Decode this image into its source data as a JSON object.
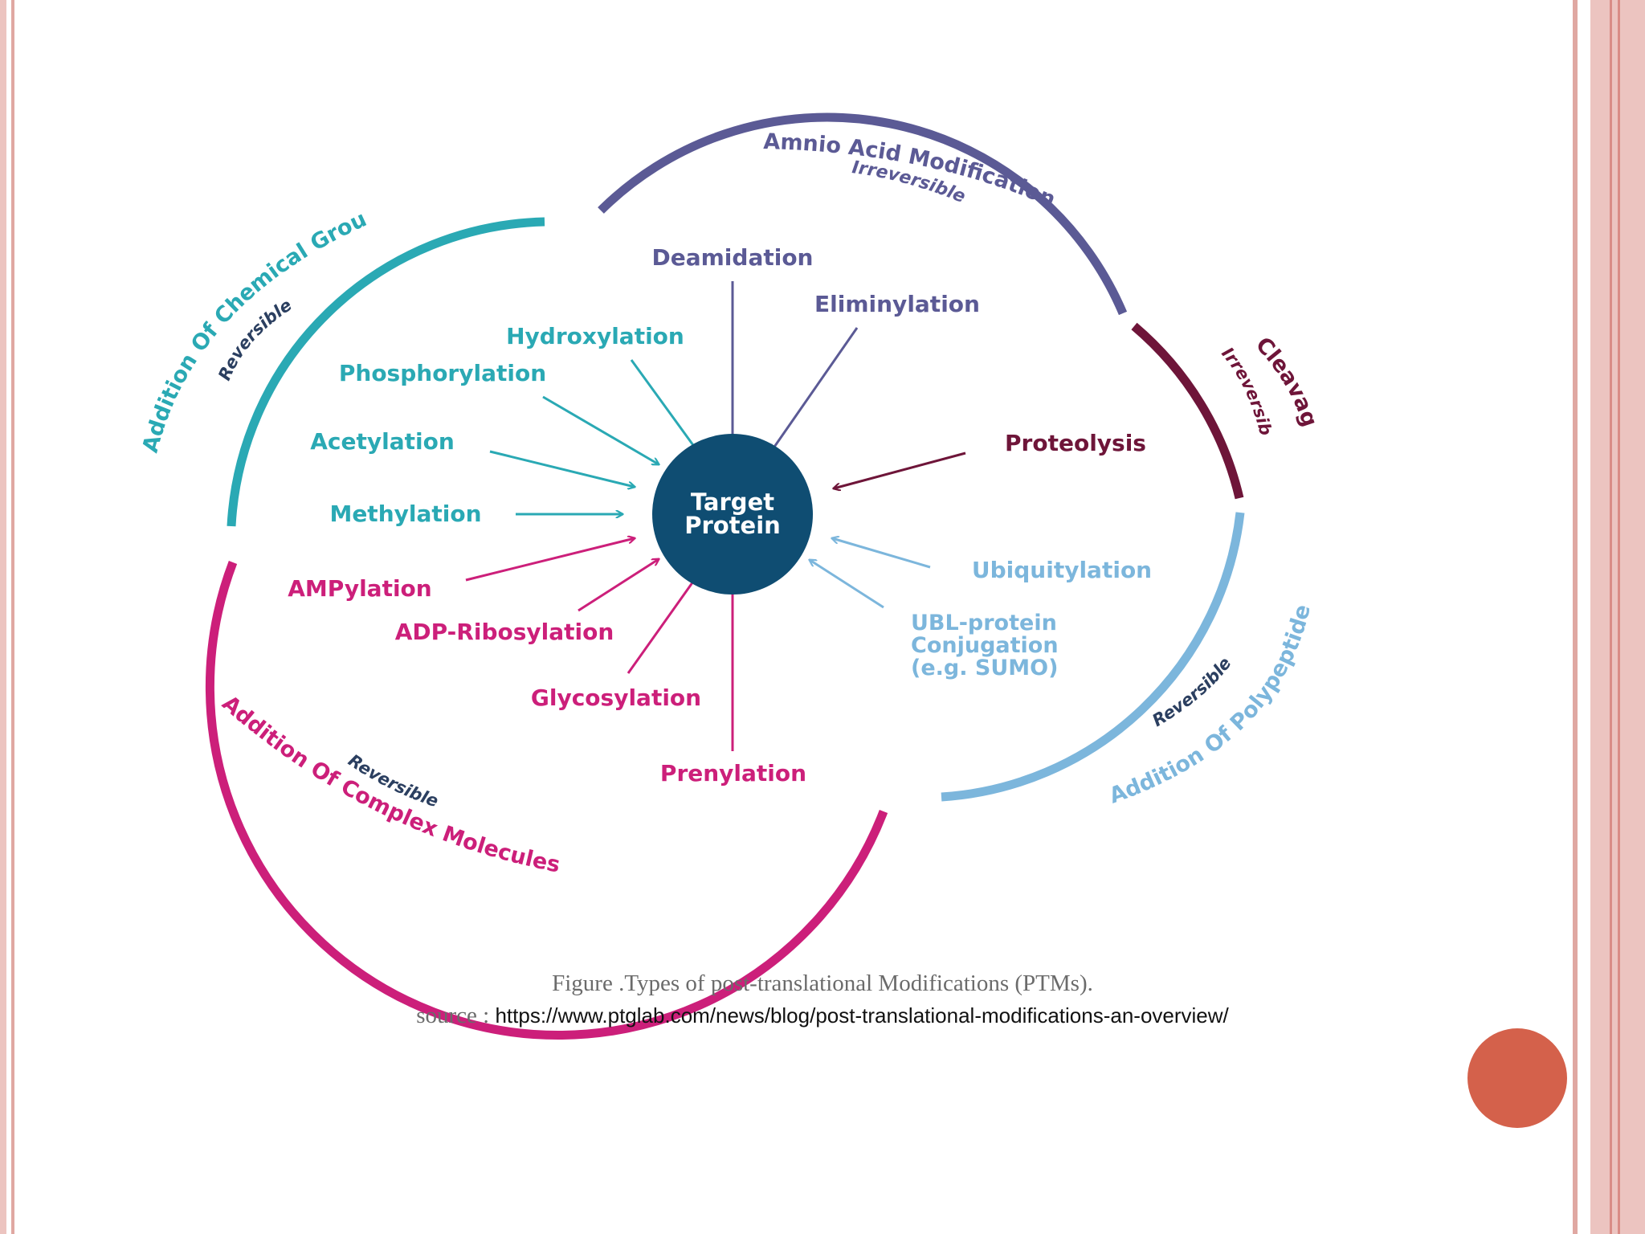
{
  "colors": {
    "frame": "#e8b8b4",
    "frame_dark": "#d98c86",
    "chemical": "#2aa9b4",
    "amino": "#5b5a95",
    "cleavage": "#6e1539",
    "polypeptides": "#7cb6dc",
    "complex": "#cc1f7a",
    "center": "#0f4d72",
    "accent_circle": "#d4614b"
  },
  "center": {
    "line1": "Target",
    "line2": "Protein"
  },
  "groups": {
    "amino": {
      "title": "Amnio Acid Modification",
      "sub": "Irreversible"
    },
    "cleavage": {
      "title": "Cleavage",
      "sub": "Irreversible"
    },
    "chemical": {
      "title": "Addition Of Chemical Groups",
      "sub": "Reversible"
    },
    "complex": {
      "title": "Addition Of Complex Molecules",
      "sub": "Reversible"
    },
    "polypeptides": {
      "title": "Addition Of Polypeptides",
      "sub": "Reversible"
    }
  },
  "labels": {
    "deamidation": "Deamidation",
    "eliminylation": "Eliminylation",
    "hydroxylation": "Hydroxylation",
    "phosphorylation": "Phosphorylation",
    "acetylation": "Acetylation",
    "methylation": "Methylation",
    "proteolysis": "Proteolysis",
    "ubiquitylation": "Ubiquitylation",
    "ubl1": "UBL-protein",
    "ubl2": "Conjugation",
    "ubl3": "(e.g. SUMO)",
    "ampylation": "AMPylation",
    "adp": "ADP-Ribosylation",
    "glycosylation": "Glycosylation",
    "prenylation": "Prenylation"
  },
  "caption": {
    "title": "Figure .Types of post-translational Modifications  (PTMs).",
    "source_prefix": "source : ",
    "source_url": "https://www.ptglab.com/news/blog/post-translational-modifications-an-overview/"
  }
}
